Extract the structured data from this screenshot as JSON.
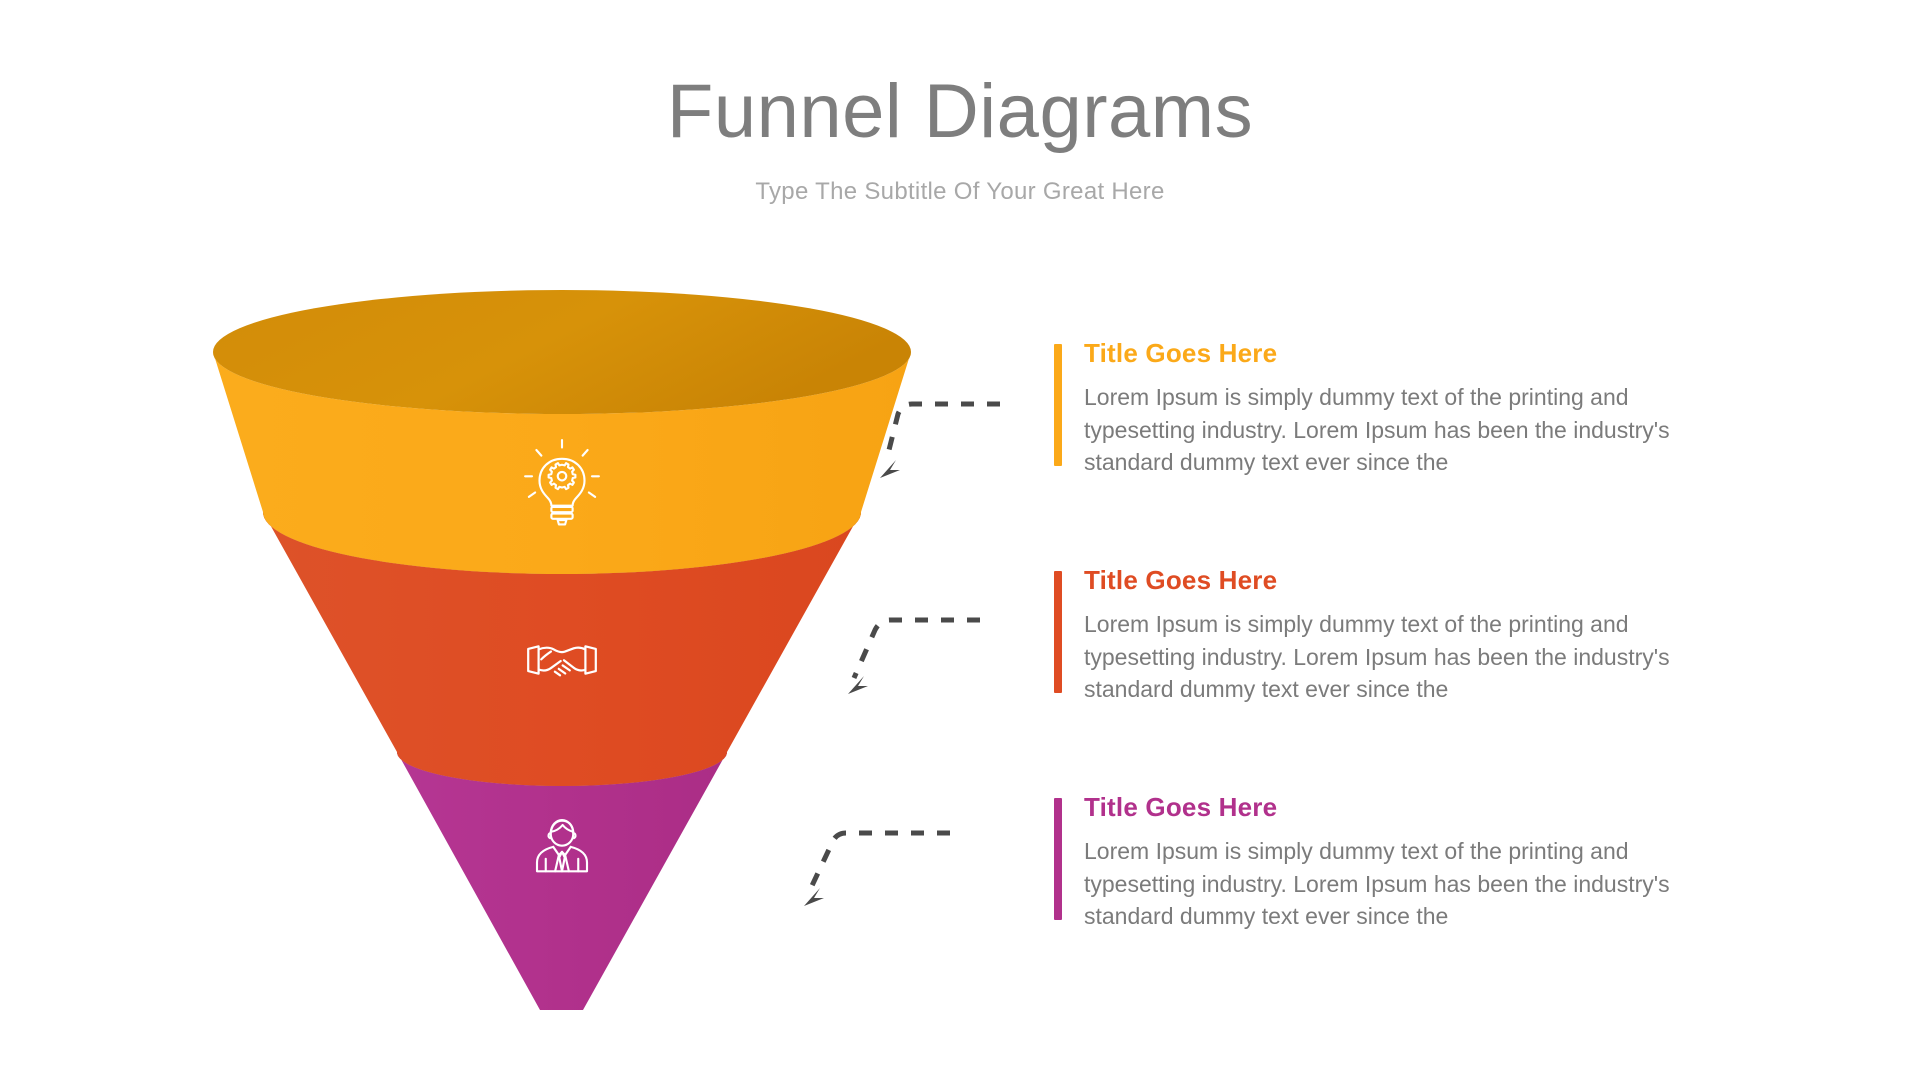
{
  "header": {
    "title": "Funnel Diagrams",
    "subtitle": "Type The Subtitle Of Your Great Here",
    "title_color": "#7e7e7e",
    "subtitle_color": "#a8a8a8"
  },
  "funnel": {
    "segments": [
      {
        "id": "stage-1",
        "icon": "lightbulb-gear-icon",
        "fill": "#FBA919",
        "rim": "#D08B0A",
        "inner": "#D08B0A"
      },
      {
        "id": "stage-2",
        "icon": "handshake-icon",
        "fill": "#DF4C23",
        "rim": "#BE3A1B"
      },
      {
        "id": "stage-3",
        "icon": "businessman-icon",
        "fill": "#B1318C",
        "rim": "#8E2470"
      }
    ]
  },
  "connectors": {
    "color": "#4a4a4a",
    "style": "dashed-elbow-arrow",
    "count": 3
  },
  "content": {
    "blocks": [
      {
        "title": "Title Goes Here",
        "body": "Lorem Ipsum is simply dummy text of the printing and typesetting industry. Lorem Ipsum has been the industry's standard dummy text ever since the",
        "accent": "#FBA919"
      },
      {
        "title": "Title Goes Here",
        "body": "Lorem Ipsum is simply dummy text of the printing and typesetting industry. Lorem Ipsum has been the industry's standard dummy text ever since the",
        "accent": "#DF4C23"
      },
      {
        "title": "Title Goes Here",
        "body": "Lorem Ipsum is simply dummy text of the printing and typesetting industry. Lorem Ipsum has been the industry's standard dummy text ever since the",
        "accent": "#B1318C"
      }
    ],
    "body_color": "#7b7b7b"
  }
}
